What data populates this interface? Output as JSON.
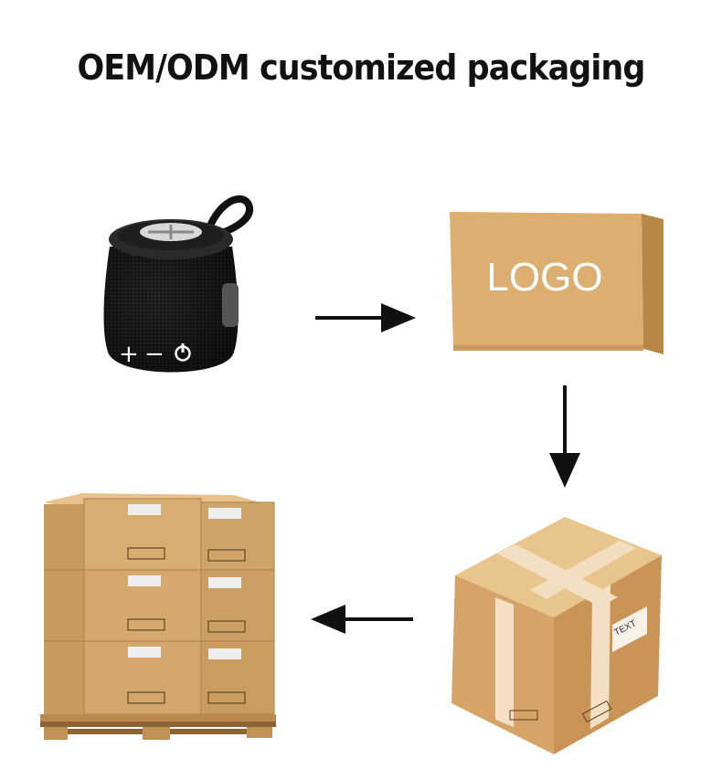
{
  "title": "OEM/ODM customized packaging",
  "speaker": {
    "buttons": [
      "+",
      "−",
      "⏻"
    ]
  },
  "product_box": {
    "logo_text": "LOGO"
  },
  "shipping_box": {
    "label_text": "TEXT"
  },
  "colors": {
    "cardboard": "#d9aa6e",
    "cardboard_dark": "#b98a51",
    "tape": "#f2dcc0",
    "arrow": "#111111"
  },
  "icons": [
    "speaker-icon",
    "arrow-right-icon",
    "arrow-down-icon",
    "arrow-left-icon",
    "pallet-icon"
  ]
}
